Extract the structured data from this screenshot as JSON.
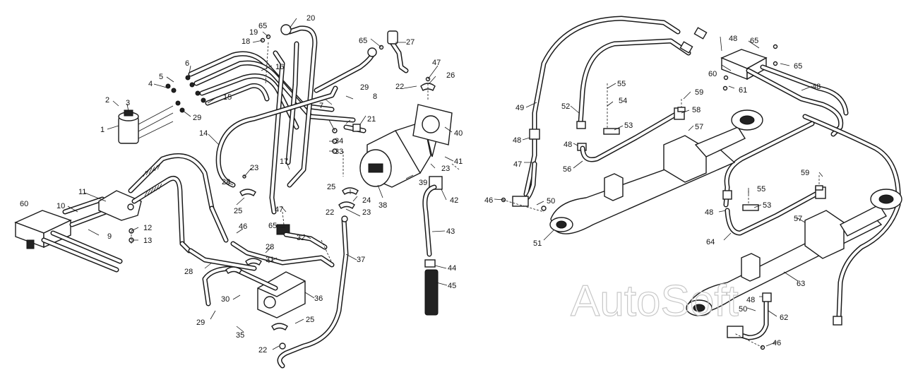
{
  "watermark": "AutoSoft",
  "left_labels": [
    "1",
    "2",
    "3",
    "4",
    "5",
    "6",
    "7",
    "8",
    "9",
    "10",
    "11",
    "12",
    "13",
    "14",
    "15",
    "16",
    "17",
    "18",
    "19",
    "20",
    "21",
    "22",
    "22",
    "22",
    "23",
    "23",
    "23",
    "24",
    "25",
    "25",
    "25",
    "26",
    "27",
    "28",
    "28",
    "28",
    "29",
    "29",
    "29",
    "30",
    "31",
    "32",
    "33",
    "34",
    "35",
    "36",
    "37",
    "38",
    "39",
    "40",
    "41",
    "42",
    "43",
    "44",
    "45",
    "46",
    "47",
    "47",
    "60",
    "65",
    "65",
    "65"
  ],
  "right_labels": [
    "46",
    "46",
    "47",
    "48",
    "48",
    "48",
    "48",
    "48",
    "48",
    "49",
    "50",
    "50",
    "51",
    "52",
    "53",
    "53",
    "54",
    "55",
    "55",
    "56",
    "57",
    "57",
    "58",
    "59",
    "59",
    "60",
    "61",
    "62",
    "63",
    "64",
    "65",
    "65"
  ]
}
